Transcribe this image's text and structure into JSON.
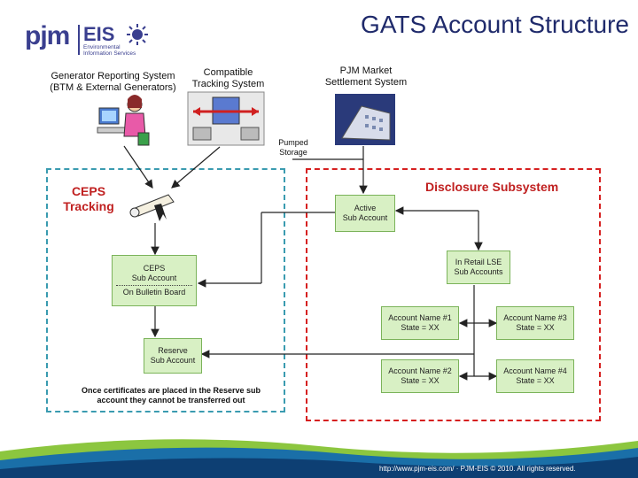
{
  "title": "GATS Account Structure",
  "logo": {
    "pjm": "pjm",
    "eis": "EIS",
    "sub": "Environmental Information Services"
  },
  "sources": {
    "generator_reporting": "Generator Reporting System (BTM & External Generators)",
    "compatible_tracking": "Compatible Tracking System",
    "pjm_market": "PJM Market Settlement System",
    "pumped_storage": "Pumped Storage"
  },
  "regions": {
    "ceps": "CEPS Tracking",
    "disclosure": "Disclosure Subsystem"
  },
  "boxes": {
    "active": [
      "Active",
      "Sub Account"
    ],
    "ceps_sub": [
      "CEPS",
      "Sub Account"
    ],
    "on_bulletin": "On Bulletin Board",
    "reserve": [
      "Reserve",
      "Sub Account"
    ],
    "in_retail": [
      "In Retail LSE",
      "Sub Accounts"
    ],
    "acct1": [
      "Account Name #1",
      "State = XX"
    ],
    "acct2": [
      "Account Name #2",
      "State = XX"
    ],
    "acct3": [
      "Account Name #3",
      "State = XX"
    ],
    "acct4": [
      "Account Name #4",
      "State = XX"
    ]
  },
  "note": "Once certificates are placed in the Reserve sub account they cannot be transferred out",
  "footer": "http://www.pjm-eis.com/ · PJM-EIS © 2010. All rights reserved.",
  "colors": {
    "box_fill": "#d8f0c4",
    "ceps_border": "#3a9bb0",
    "disclosure_border": "#d62020",
    "title": "#1f2a6b"
  }
}
